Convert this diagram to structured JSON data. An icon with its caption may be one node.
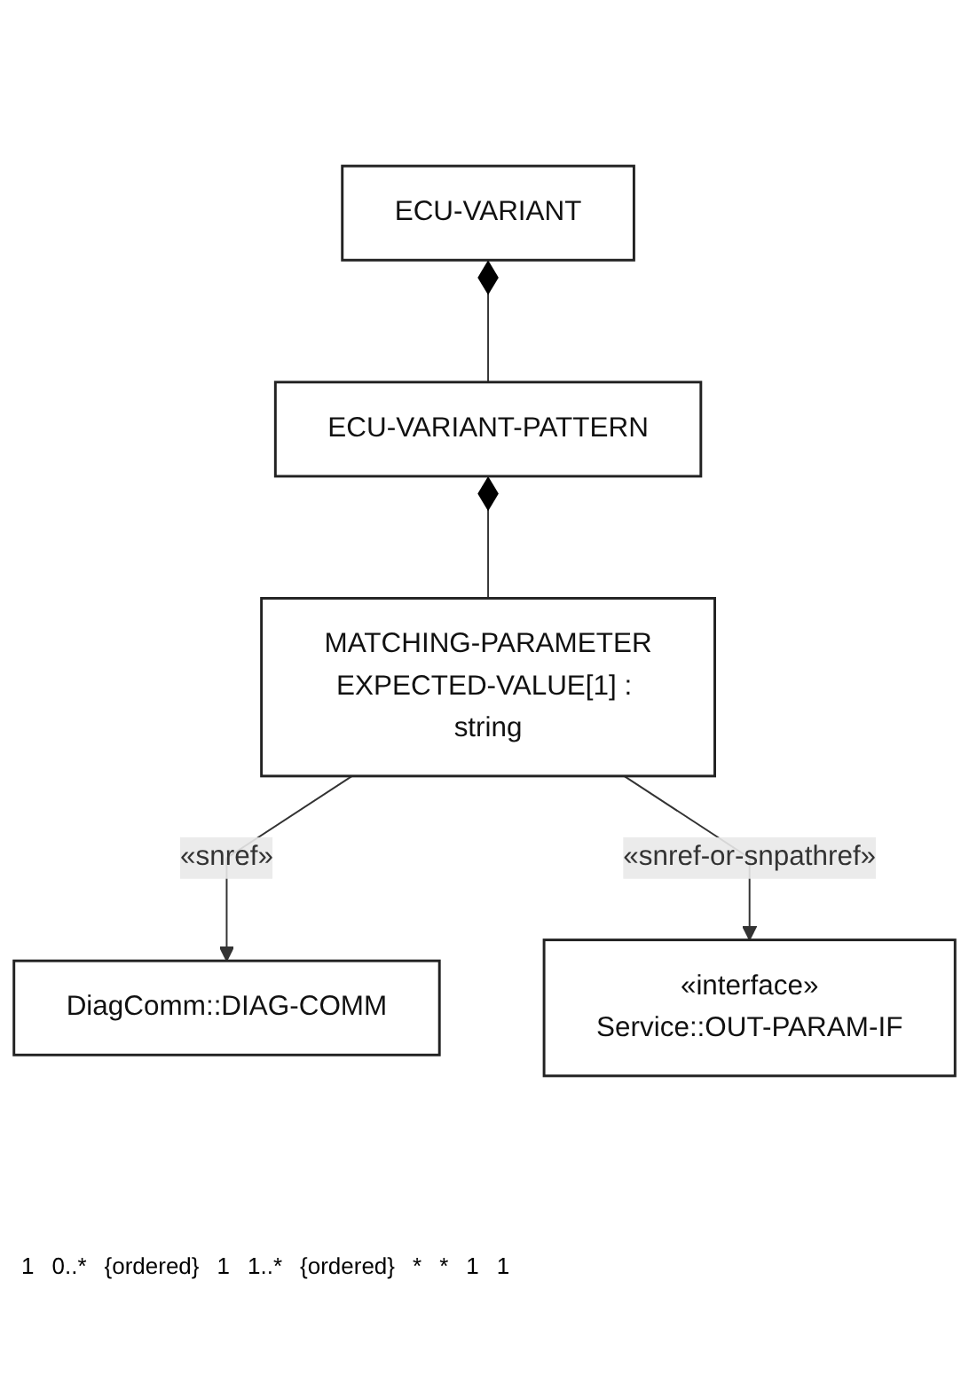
{
  "diagram": {
    "nodes": [
      {
        "text": [
          "ECU-VARIANT"
        ]
      },
      {
        "text": [
          "ECU-VARIANT-PATTERN"
        ]
      },
      {
        "text": [
          "MATCHING-PARAMETER",
          "EXPECTED-VALUE[1] : string"
        ]
      },
      {
        "text": [
          "DiagComm::DIAG-COMM"
        ]
      },
      {
        "text": [
          "«interface»",
          "Service::OUT-PARAM-IF"
        ]
      }
    ],
    "edges": [
      {
        "from": 0,
        "to": 1,
        "arrow": "other"
      },
      {
        "from": 1,
        "to": 2,
        "arrow": "other"
      },
      {
        "from": 2,
        "to": 3,
        "arrow": "to",
        "label": "«snref»"
      },
      {
        "from": 2,
        "to": 4,
        "arrow": "to",
        "label": "«snref-or-snpathref»"
      }
    ],
    "labels": [
      "1",
      "0..*",
      "{ordered}",
      "1",
      "1..*",
      "{ordered}",
      "*",
      "*",
      "1",
      "1"
    ]
  }
}
